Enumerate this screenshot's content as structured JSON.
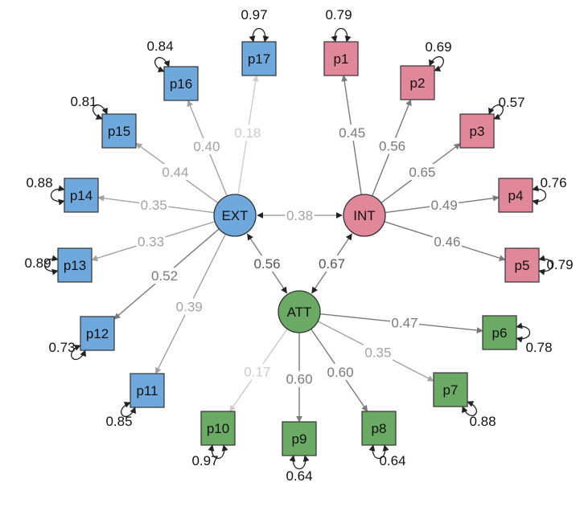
{
  "colors": {
    "ext": "#6fa8dc",
    "int": "#e0879a",
    "att": "#6aaa64",
    "stroke": "#333333",
    "edge_dark": "#7a7a7a",
    "edge_mid": "#a3a3a3",
    "edge_light": "#cccccc"
  },
  "latents": [
    {
      "id": "EXT",
      "label": "EXT",
      "group": "ext"
    },
    {
      "id": "INT",
      "label": "INT",
      "group": "int"
    },
    {
      "id": "ATT",
      "label": "ATT",
      "group": "att"
    }
  ],
  "indicators": [
    {
      "id": "p1",
      "label": "p1",
      "group": "int",
      "factor": "INT",
      "loading": "0.45",
      "residual": "0.79"
    },
    {
      "id": "p2",
      "label": "p2",
      "group": "int",
      "factor": "INT",
      "loading": "0.56",
      "residual": "0.69"
    },
    {
      "id": "p3",
      "label": "p3",
      "group": "int",
      "factor": "INT",
      "loading": "0.65",
      "residual": "0.57"
    },
    {
      "id": "p4",
      "label": "p4",
      "group": "int",
      "factor": "INT",
      "loading": "0.49",
      "residual": "0.76"
    },
    {
      "id": "p5",
      "label": "p5",
      "group": "int",
      "factor": "INT",
      "loading": "0.46",
      "residual": "0.79"
    },
    {
      "id": "p6",
      "label": "p6",
      "group": "att",
      "factor": "ATT",
      "loading": "0.47",
      "residual": "0.78"
    },
    {
      "id": "p7",
      "label": "p7",
      "group": "att",
      "factor": "ATT",
      "loading": "0.35",
      "residual": "0.88"
    },
    {
      "id": "p8",
      "label": "p8",
      "group": "att",
      "factor": "ATT",
      "loading": "0.60",
      "residual": "0.64"
    },
    {
      "id": "p9",
      "label": "p9",
      "group": "att",
      "factor": "ATT",
      "loading": "0.60",
      "residual": "0.64"
    },
    {
      "id": "p10",
      "label": "p10",
      "group": "att",
      "factor": "ATT",
      "loading": "0.17",
      "residual": "0.97"
    },
    {
      "id": "p11",
      "label": "p11",
      "group": "ext",
      "factor": "EXT",
      "loading": "0.39",
      "residual": "0.85"
    },
    {
      "id": "p12",
      "label": "p12",
      "group": "ext",
      "factor": "EXT",
      "loading": "0.52",
      "residual": "0.73"
    },
    {
      "id": "p13",
      "label": "p13",
      "group": "ext",
      "factor": "EXT",
      "loading": "0.33",
      "residual": "0.89"
    },
    {
      "id": "p14",
      "label": "p14",
      "group": "ext",
      "factor": "EXT",
      "loading": "0.35",
      "residual": "0.88"
    },
    {
      "id": "p15",
      "label": "p15",
      "group": "ext",
      "factor": "EXT",
      "loading": "0.44",
      "residual": "0.81"
    },
    {
      "id": "p16",
      "label": "p16",
      "group": "ext",
      "factor": "EXT",
      "loading": "0.40",
      "residual": "0.84"
    },
    {
      "id": "p17",
      "label": "p17",
      "group": "ext",
      "factor": "EXT",
      "loading": "0.18",
      "residual": "0.97"
    }
  ],
  "covariances": [
    {
      "a": "EXT",
      "b": "INT",
      "value": "0.38"
    },
    {
      "a": "EXT",
      "b": "ATT",
      "value": "0.56"
    },
    {
      "a": "INT",
      "b": "ATT",
      "value": "0.67"
    }
  ]
}
